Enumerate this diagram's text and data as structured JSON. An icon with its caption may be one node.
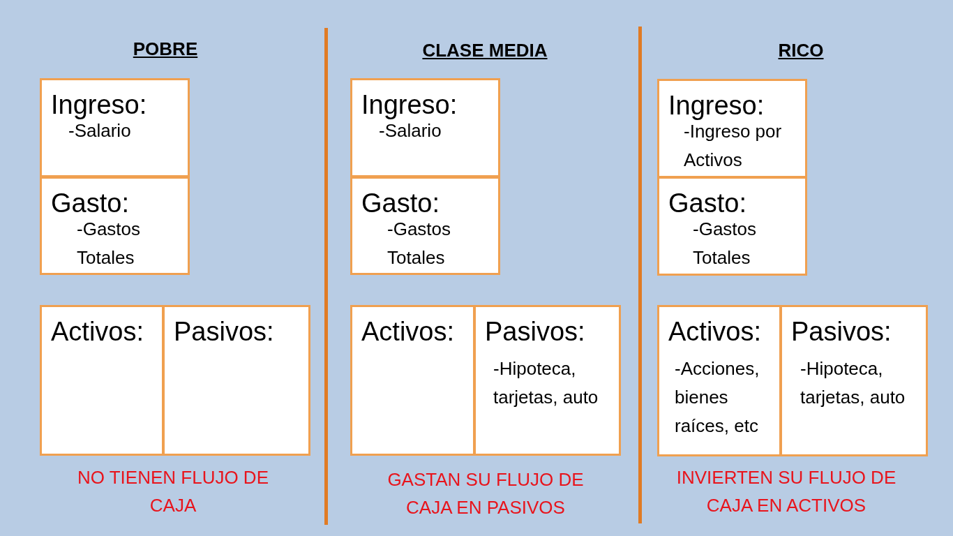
{
  "diagram": {
    "nodes": [
      {
        "text": [
          "Ingreso:",
          "-Salario"
        ]
      },
      {
        "text": [
          "Gasto:",
          "-Gastos Totales"
        ]
      },
      {
        "text": [
          "Activos:"
        ]
      },
      {
        "text": [
          "Pasivos:"
        ]
      },
      {
        "text": [
          "Ingreso:",
          "-Salario"
        ]
      },
      {
        "text": [
          "Gasto:",
          "-Gastos Totales"
        ]
      },
      {
        "text": [
          "Activos:"
        ]
      },
      {
        "text": [
          "Pasivos:",
          "-Hipoteca, tarjetas, auto"
        ]
      },
      {
        "text": [
          "Ingreso:",
          "-Ingreso por Activos"
        ]
      },
      {
        "text": [
          "Gasto:",
          "-Gastos Totales"
        ]
      },
      {
        "text": [
          "Activos:",
          "-Acciones, bienes raíces, etc"
        ]
      },
      {
        "text": [
          "Pasivos:",
          "-Hipoteca, tarjetas, auto"
        ]
      }
    ],
    "labels": [
      "POBRE",
      "CLASE MEDIA",
      "RICO",
      "NO TIENEN FLUJO DE CAJA",
      "GASTAN SU FLUJO DE CAJA EN PASIVOS",
      "INVIERTEN SU FLUJO DE CAJA EN ACTIVOS"
    ]
  }
}
